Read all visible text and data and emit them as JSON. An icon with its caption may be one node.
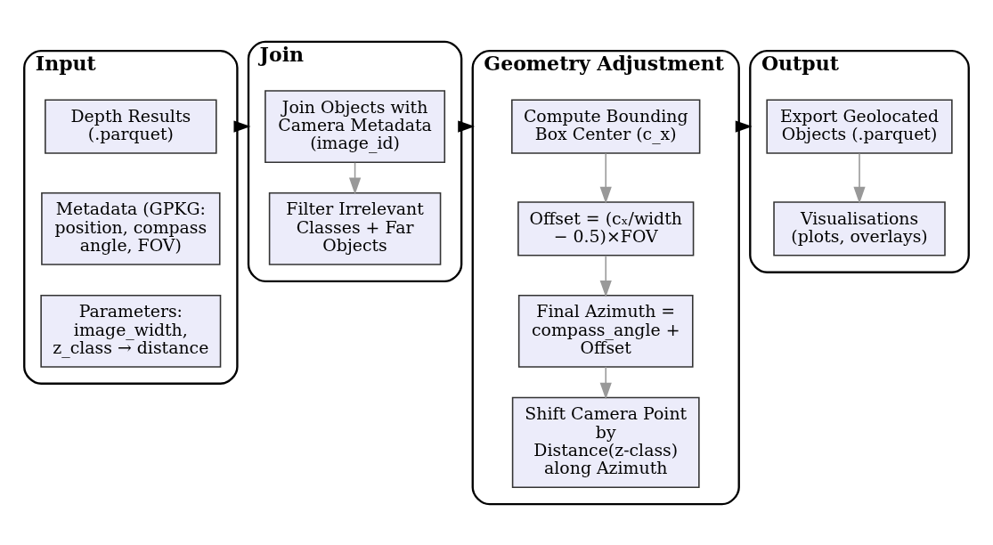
{
  "diagram": {
    "nodes": [
      {
        "text": [
          "Input"
        ]
      },
      {
        "text": [
          "Depth Results (.parquet)"
        ],
        "in": 0
      },
      {
        "text": [
          "Metadata (GPKG: position, compass angle, FOV)"
        ],
        "in": 0
      },
      {
        "text": [
          "Parameters: image_width, z_class → distance"
        ],
        "in": 0
      },
      {
        "text": [
          "Join"
        ]
      },
      {
        "text": [
          "Join Objects with Camera Metadata (image_id)"
        ],
        "in": 4
      },
      {
        "text": [
          "Filter Irrelevant Classes + Far Objects"
        ],
        "in": 4
      },
      {
        "text": [
          "Geometry Adjustment"
        ]
      },
      {
        "text": [
          "Compute Bounding Box Center (c_x)"
        ],
        "in": 7
      },
      {
        "text": [
          "Offset = (cₓ/width − 0.5)×FOV"
        ],
        "in": 7
      },
      {
        "text": [
          "Final Azimuth = compass_angle + Offset"
        ],
        "in": 7
      },
      {
        "text": [
          "Shift Camera Point by Distance(z-class) along Azimuth"
        ],
        "in": 7
      },
      {
        "text": [
          "Output"
        ]
      },
      {
        "text": [
          "Export Geolocated Objects (.parquet)"
        ],
        "in": 12
      },
      {
        "text": [
          "Visualisations (plots, overlays)"
        ],
        "in": 12
      }
    ],
    "edges": [
      {
        "from": 0,
        "to": 4,
        "arrow": "to",
        "color": "#000000"
      },
      {
        "from": 4,
        "to": 7,
        "arrow": "to",
        "color": "#000000"
      },
      {
        "from": 7,
        "to": 12,
        "arrow": "to",
        "color": "#000000"
      },
      {
        "from": 5,
        "to": 6,
        "arrow": "to"
      },
      {
        "from": 8,
        "to": 9,
        "arrow": "to"
      },
      {
        "from": 9,
        "to": 10,
        "arrow": "to"
      },
      {
        "from": 10,
        "to": 11,
        "arrow": "to"
      },
      {
        "from": 13,
        "to": 14,
        "arrow": "to"
      }
    ]
  }
}
